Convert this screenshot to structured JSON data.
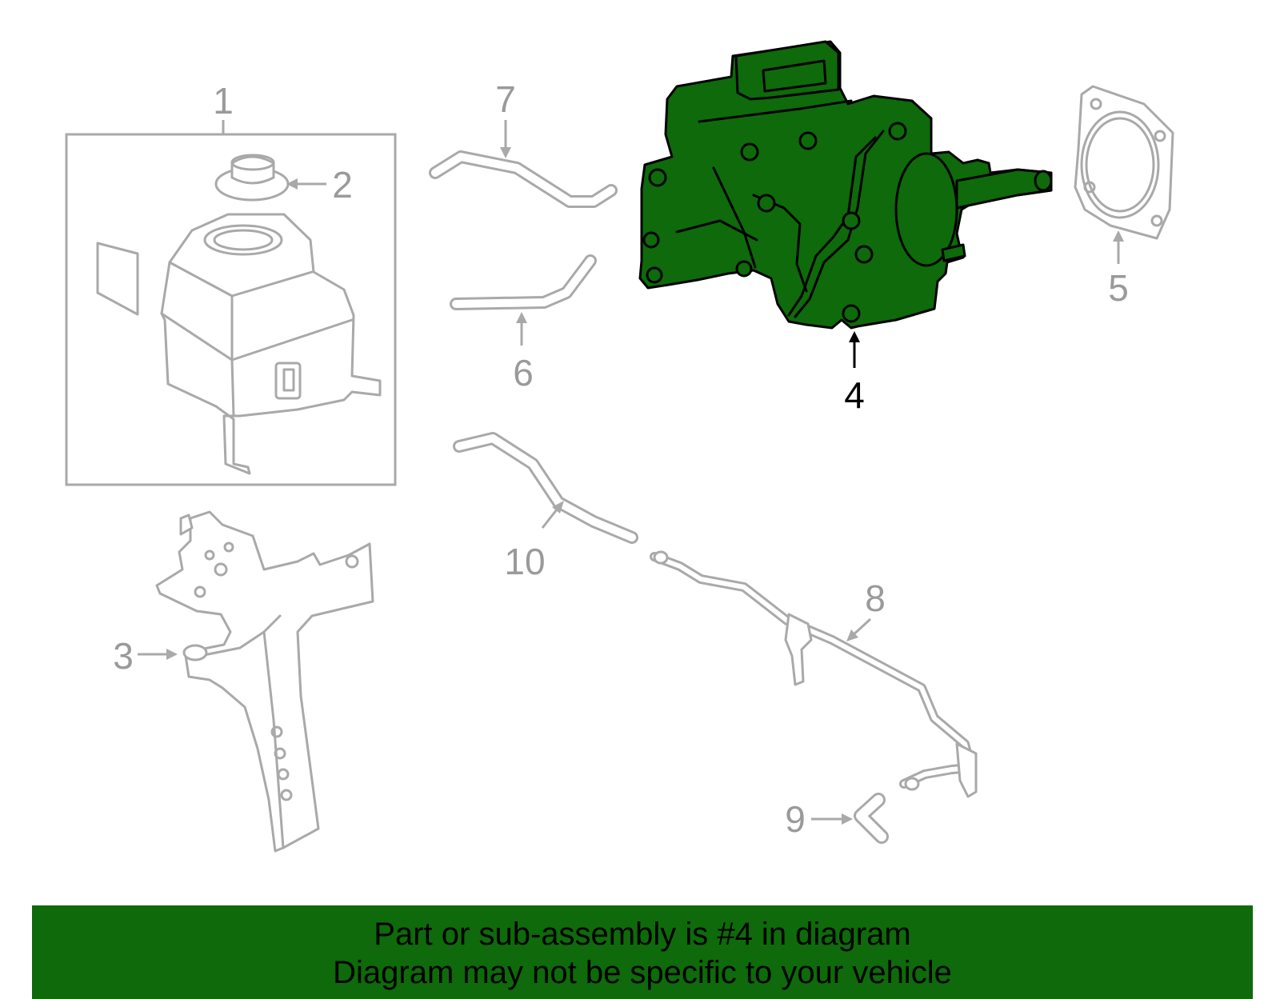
{
  "callouts": {
    "c1": "1",
    "c2": "2",
    "c3": "3",
    "c4": "4",
    "c5": "5",
    "c6": "6",
    "c7": "7",
    "c8": "8",
    "c9": "9",
    "c10": "10"
  },
  "highlighted_part": "4",
  "colors": {
    "highlight": "#0e6a0a",
    "line_gray": "#a9a9a9",
    "banner": "#0e6a0a"
  },
  "banner": {
    "line1": "Part or sub-assembly is #4 in diagram",
    "line2": "Diagram may not be specific to your vehicle"
  }
}
